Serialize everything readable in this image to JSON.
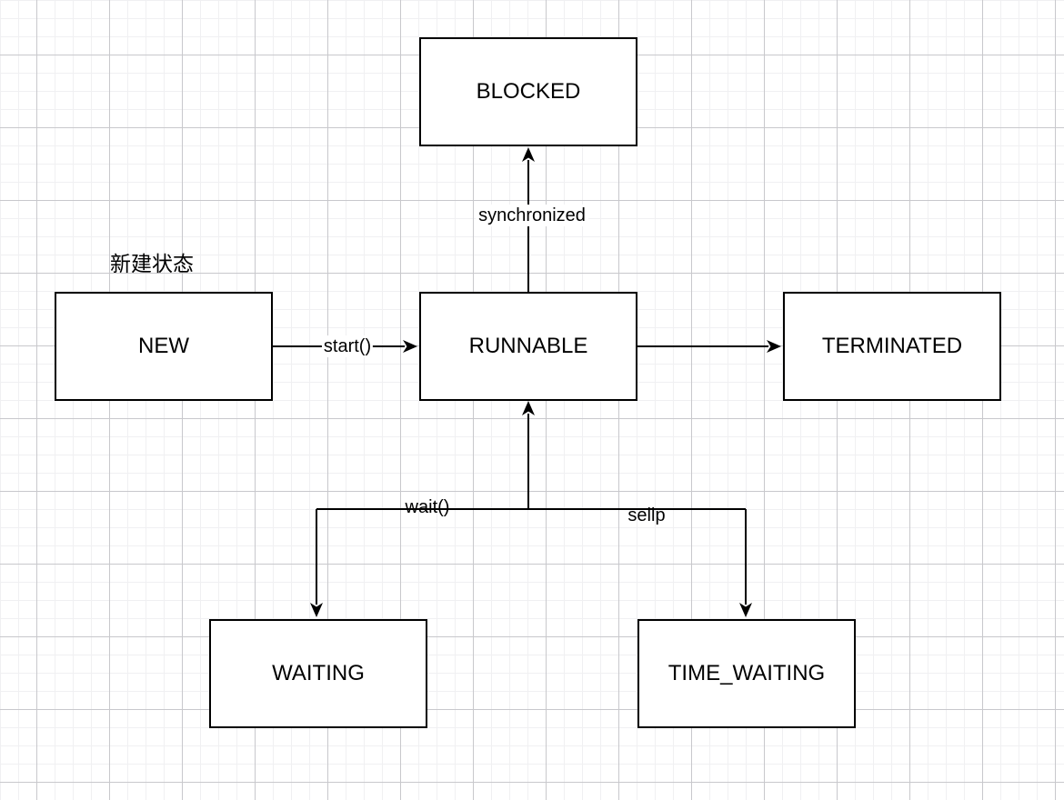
{
  "canvas": {
    "background_color": "#ffffff",
    "grid_minor_color": "#f0f0f2",
    "grid_major_color": "#c8c8cc",
    "stroke_color": "#000000"
  },
  "nodes": {
    "blocked": {
      "label": "BLOCKED"
    },
    "new": {
      "label": "NEW"
    },
    "runnable": {
      "label": "RUNNABLE"
    },
    "terminated": {
      "label": "TERMINATED"
    },
    "waiting": {
      "label": "WAITING"
    },
    "time_waiting": {
      "label": "TIME_WAITING"
    }
  },
  "edge_labels": {
    "start": "start()",
    "synchronized": "synchronized",
    "wait": "wait()",
    "sleep": "sellp"
  },
  "annotations": {
    "new_state": "新建状态"
  }
}
